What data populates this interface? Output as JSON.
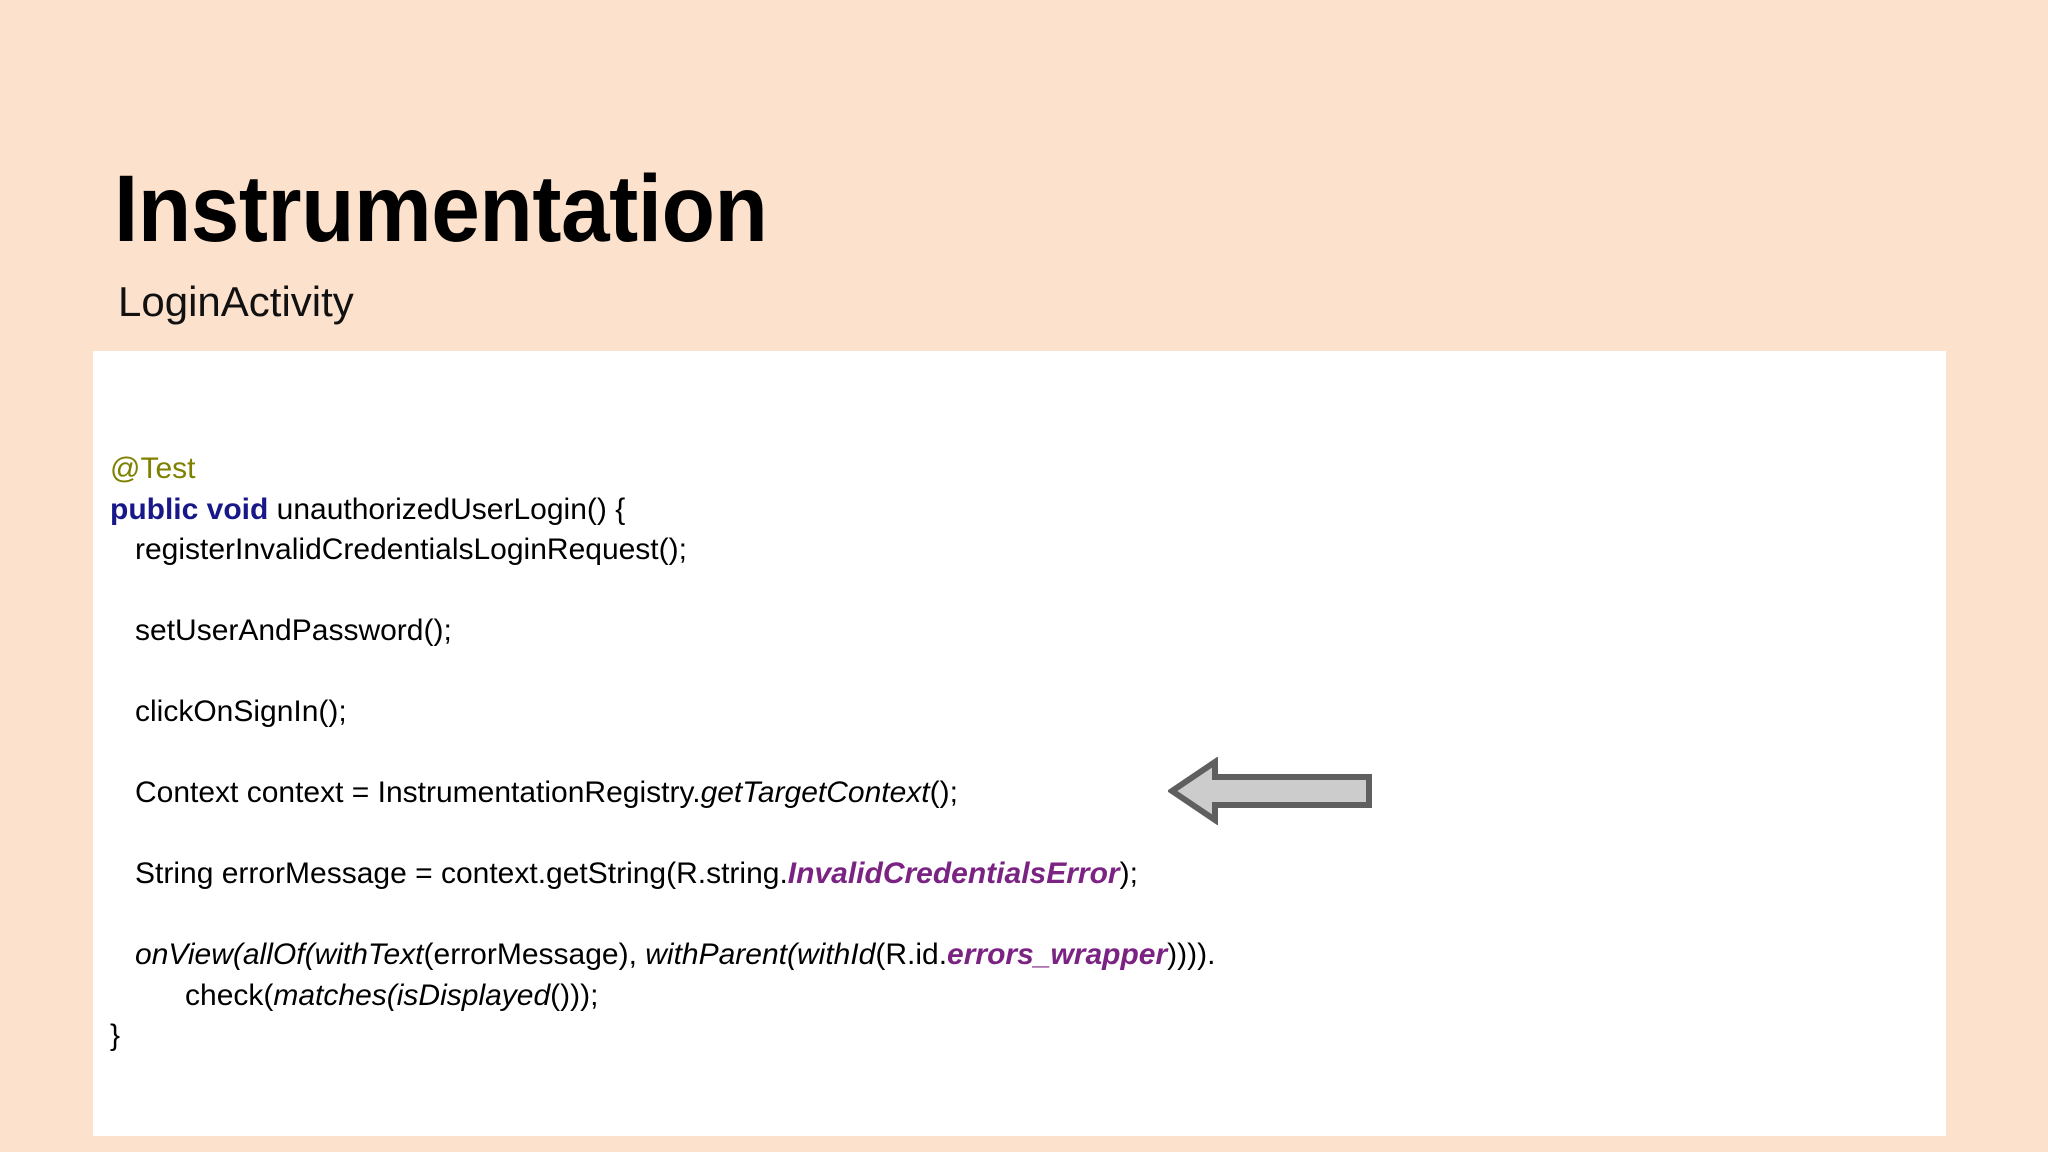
{
  "slide": {
    "title": "Instrumentation",
    "subtitle": "LoginActivity",
    "background_color": "#FCE2CD",
    "panel_color": "#FFFFFF"
  },
  "colors": {
    "annotation": "#7F8000",
    "keyword": "#181888",
    "resource": "#7A2382",
    "text": "#000000",
    "arrow_fill": "#CCCCCC",
    "arrow_stroke": "#5F5F5F"
  },
  "code": {
    "language": "java",
    "lines": [
      {
        "tokens": [
          {
            "text": "@Test",
            "style": "annotation"
          }
        ]
      },
      {
        "tokens": [
          {
            "text": "public void",
            "style": "keyword"
          },
          {
            "text": " unauthorizedUserLogin() {",
            "style": "plain"
          }
        ]
      },
      {
        "tokens": [
          {
            "text": "   registerInvalidCredentialsLoginRequest();",
            "style": "plain"
          }
        ]
      },
      {
        "tokens": [
          {
            "text": "",
            "style": "plain"
          }
        ]
      },
      {
        "tokens": [
          {
            "text": "   setUserAndPassword();",
            "style": "plain"
          }
        ]
      },
      {
        "tokens": [
          {
            "text": "",
            "style": "plain"
          }
        ]
      },
      {
        "tokens": [
          {
            "text": "   clickOnSignIn();",
            "style": "plain"
          }
        ]
      },
      {
        "tokens": [
          {
            "text": "",
            "style": "plain"
          }
        ]
      },
      {
        "tokens": [
          {
            "text": "   Context context = InstrumentationRegistry.",
            "style": "plain"
          },
          {
            "text": "getTargetContext",
            "style": "italic"
          },
          {
            "text": "();",
            "style": "plain"
          }
        ]
      },
      {
        "tokens": [
          {
            "text": "",
            "style": "plain"
          }
        ]
      },
      {
        "tokens": [
          {
            "text": "   String errorMessage = context.getString(R.string.",
            "style": "plain"
          },
          {
            "text": "InvalidCredentialsError",
            "style": "resource"
          },
          {
            "text": ");",
            "style": "plain"
          }
        ]
      },
      {
        "tokens": [
          {
            "text": "",
            "style": "plain"
          }
        ]
      },
      {
        "tokens": [
          {
            "text": "   ",
            "style": "plain"
          },
          {
            "text": "onView",
            "style": "italic"
          },
          {
            "text": "(",
            "style": "italic"
          },
          {
            "text": "allOf",
            "style": "italic"
          },
          {
            "text": "(",
            "style": "italic"
          },
          {
            "text": "withText",
            "style": "italic"
          },
          {
            "text": "(errorMessage), ",
            "style": "plain"
          },
          {
            "text": "withParent",
            "style": "italic"
          },
          {
            "text": "(",
            "style": "italic"
          },
          {
            "text": "withId",
            "style": "italic"
          },
          {
            "text": "(R.id.",
            "style": "plain"
          },
          {
            "text": "errors_wrapper",
            "style": "resource"
          },
          {
            "text": ")))).",
            "style": "plain"
          }
        ]
      },
      {
        "tokens": [
          {
            "text": "         check(",
            "style": "plain"
          },
          {
            "text": "matches",
            "style": "italic"
          },
          {
            "text": "(",
            "style": "italic"
          },
          {
            "text": "isDisplayed",
            "style": "italic"
          },
          {
            "text": "()));",
            "style": "plain"
          }
        ]
      },
      {
        "tokens": [
          {
            "text": "}",
            "style": "plain"
          }
        ]
      }
    ]
  },
  "annotations": {
    "arrow": {
      "icon": "arrow-left-block-icon",
      "direction": "left",
      "points_to_line": "Context context = InstrumentationRegistry.getTargetContext();"
    }
  }
}
